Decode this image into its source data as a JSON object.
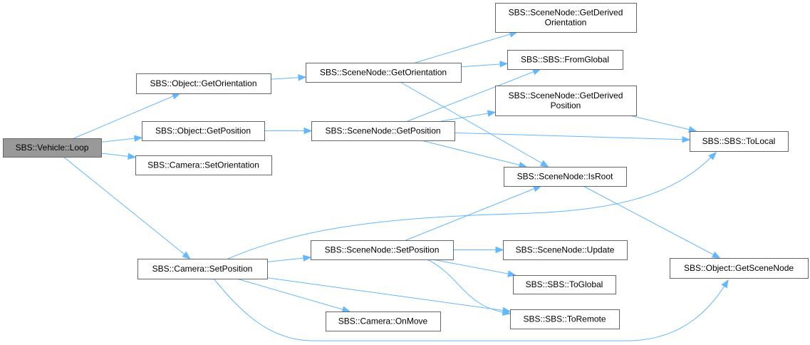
{
  "graph": {
    "nodes": [
      {
        "id": "vehicle_loop",
        "lines": [
          "SBS::Vehicle::Loop"
        ],
        "root": true
      },
      {
        "id": "object_getorientation",
        "lines": [
          "SBS::Object::GetOrientation"
        ]
      },
      {
        "id": "object_getposition",
        "lines": [
          "SBS::Object::GetPosition"
        ]
      },
      {
        "id": "camera_setorientation",
        "lines": [
          "SBS::Camera::SetOrientation"
        ]
      },
      {
        "id": "camera_setposition",
        "lines": [
          "SBS::Camera::SetPosition"
        ]
      },
      {
        "id": "scenenode_getorientation",
        "lines": [
          "SBS::SceneNode::GetOrientation"
        ]
      },
      {
        "id": "scenenode_getposition",
        "lines": [
          "SBS::SceneNode::GetPosition"
        ]
      },
      {
        "id": "scenenode_setposition",
        "lines": [
          "SBS::SceneNode::SetPosition"
        ]
      },
      {
        "id": "camera_onmove",
        "lines": [
          "SBS::Camera::OnMove"
        ]
      },
      {
        "id": "scenenode_getderivedorientation",
        "lines": [
          "SBS::SceneNode::GetDerived",
          "Orientation"
        ]
      },
      {
        "id": "sbs_fromglobal",
        "lines": [
          "SBS::SBS::FromGlobal"
        ]
      },
      {
        "id": "scenenode_getderivedposition",
        "lines": [
          "SBS::SceneNode::GetDerived",
          "Position"
        ]
      },
      {
        "id": "scenenode_isroot",
        "lines": [
          "SBS::SceneNode::IsRoot"
        ]
      },
      {
        "id": "scenenode_update",
        "lines": [
          "SBS::SceneNode::Update"
        ]
      },
      {
        "id": "sbs_toglobal",
        "lines": [
          "SBS::SBS::ToGlobal"
        ]
      },
      {
        "id": "sbs_toremote",
        "lines": [
          "SBS::SBS::ToRemote"
        ]
      },
      {
        "id": "sbs_tolocal",
        "lines": [
          "SBS::SBS::ToLocal"
        ]
      },
      {
        "id": "object_getscenenode",
        "lines": [
          "SBS::Object::GetSceneNode"
        ]
      }
    ],
    "edges": [
      [
        "vehicle_loop",
        "object_getorientation"
      ],
      [
        "vehicle_loop",
        "object_getposition"
      ],
      [
        "vehicle_loop",
        "camera_setorientation"
      ],
      [
        "vehicle_loop",
        "camera_setposition"
      ],
      [
        "object_getorientation",
        "scenenode_getorientation"
      ],
      [
        "object_getposition",
        "scenenode_getposition"
      ],
      [
        "scenenode_getorientation",
        "scenenode_getderivedorientation"
      ],
      [
        "scenenode_getorientation",
        "sbs_fromglobal"
      ],
      [
        "scenenode_getorientation",
        "scenenode_isroot"
      ],
      [
        "scenenode_getposition",
        "sbs_fromglobal"
      ],
      [
        "scenenode_getposition",
        "scenenode_getderivedposition"
      ],
      [
        "scenenode_getposition",
        "sbs_tolocal"
      ],
      [
        "scenenode_getposition",
        "scenenode_isroot"
      ],
      [
        "scenenode_getderivedposition",
        "sbs_tolocal"
      ],
      [
        "scenenode_isroot",
        "object_getscenenode"
      ],
      [
        "camera_setposition",
        "sbs_tolocal"
      ],
      [
        "camera_setposition",
        "scenenode_setposition"
      ],
      [
        "camera_setposition",
        "camera_onmove"
      ],
      [
        "camera_setposition",
        "sbs_toremote"
      ],
      [
        "camera_setposition",
        "object_getscenenode"
      ],
      [
        "scenenode_setposition",
        "scenenode_isroot"
      ],
      [
        "scenenode_setposition",
        "scenenode_update"
      ],
      [
        "scenenode_setposition",
        "sbs_toglobal"
      ],
      [
        "scenenode_setposition",
        "sbs_toremote"
      ]
    ]
  }
}
